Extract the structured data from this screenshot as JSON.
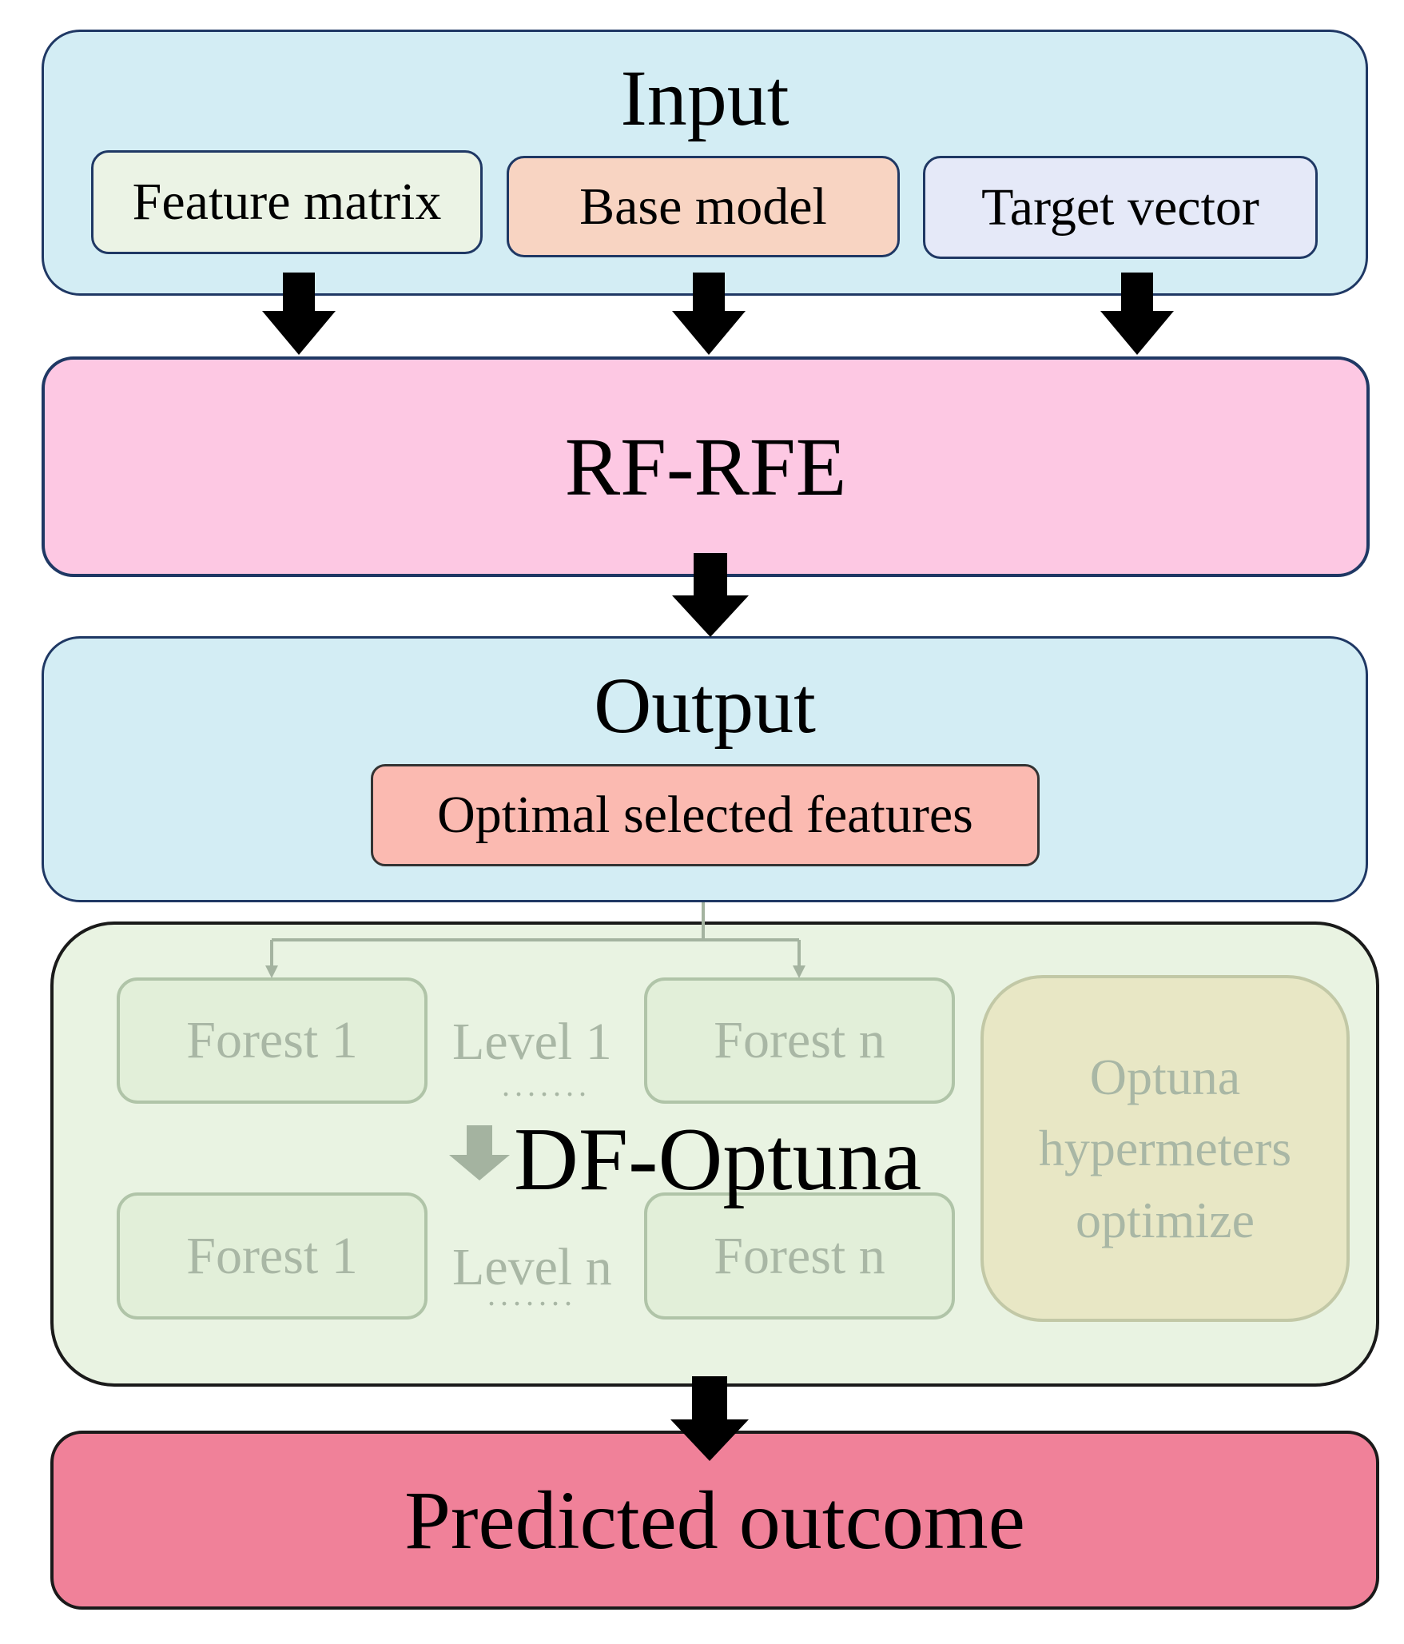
{
  "input": {
    "title": "Input",
    "feature_matrix": "Feature matrix",
    "base_model": "Base model",
    "target_vector": "Target vector"
  },
  "rf_rfe": {
    "label": "RF-RFE"
  },
  "output": {
    "title": "Output",
    "optimal_features": "Optimal selected features"
  },
  "df_optuna": {
    "title": "DF-Optuna",
    "forest_1_top": "Forest 1",
    "forest_n_top": "Forest n",
    "forest_1_bottom": "Forest 1",
    "forest_n_bottom": "Forest n",
    "level_1": "Level 1",
    "level_n": "Level n",
    "dots_1": ".......",
    "dots_n": ".......",
    "optuna_line_1": "Optuna",
    "optuna_line_2": "hypermeters",
    "optuna_line_3": "optimize"
  },
  "predicted": {
    "label": "Predicted outcome"
  },
  "colors": {
    "panel_blue": "#d3edf4",
    "rfe_pink": "#fdc8e3",
    "df_green": "#e9f3e2",
    "outcome_red": "#f08199",
    "arrow": "#000000"
  }
}
